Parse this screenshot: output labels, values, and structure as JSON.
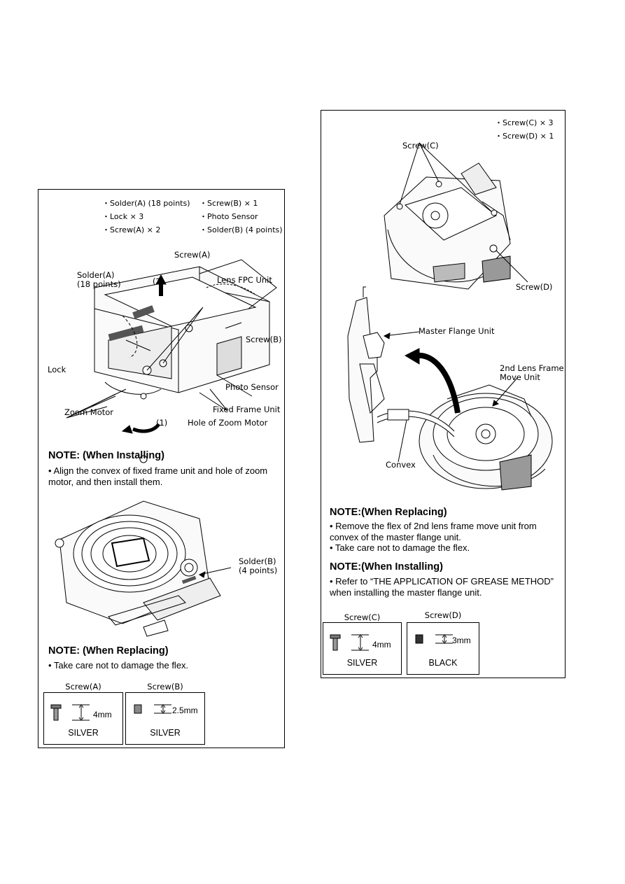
{
  "left_panel": {
    "parts_list": {
      "col1": [
        "・Solder(A) (18 points)",
        "・Lock × 3",
        "・Screw(A) × 2"
      ],
      "col2": [
        "・Screw(B) × 1",
        "・Photo Sensor",
        "・Solder(B) (4 points)"
      ]
    },
    "fig1_labels": {
      "screw_a": "Screw(A)",
      "solder_a_1": "Solder(A)",
      "solder_a_2": "(18 points)",
      "step2": "(2)",
      "lens_fpc": "Lens FPC Unit",
      "screw_b": "Screw(B)",
      "lock": "Lock",
      "photo_sensor": "Photo Sensor",
      "zoom_motor": "Zoom Motor",
      "fixed_frame": "Fixed Frame Unit",
      "step1": "(1)",
      "hole_zoom": "Hole of Zoom Motor"
    },
    "note1": {
      "heading": "NOTE: (When Installing)",
      "body": "• Align the convex of fixed frame unit and hole of zoom motor, and then install them."
    },
    "fig2_labels": {
      "solder_b_1": "Solder(B)",
      "solder_b_2": "(4 points)"
    },
    "note2": {
      "heading": "NOTE: (When Replacing)",
      "body": "• Take care not to damage the flex."
    },
    "screws": [
      {
        "name": "Screw(A)",
        "size": "4mm",
        "color": "SILVER"
      },
      {
        "name": "Screw(B)",
        "size": "2.5mm",
        "color": "SILVER"
      }
    ]
  },
  "right_panel": {
    "parts_list": [
      "・Screw(C) × 3",
      "・Screw(D) × 1"
    ],
    "fig1_labels": {
      "screw_c": "Screw(C)",
      "screw_d": "Screw(D)"
    },
    "fig2_labels": {
      "master_flange": "Master Flange Unit",
      "lens2_1": "2nd Lens Frame",
      "lens2_2": "Move Unit",
      "convex": "Convex"
    },
    "note1": {
      "heading": "NOTE:(When Replacing)",
      "bullet1": "• Remove the flex of 2nd lens frame move unit from convex of the master flange unit.",
      "bullet2": "• Take care not to damage the flex."
    },
    "note2": {
      "heading": "NOTE:(When Installing)",
      "body": "• Refer to “THE APPLICATION OF GREASE METHOD” when installing the master flange unit."
    },
    "screws": [
      {
        "name": "Screw(C)",
        "size": "4mm",
        "color": "SILVER"
      },
      {
        "name": "Screw(D)",
        "size": "3mm",
        "color": "BLACK"
      }
    ]
  }
}
